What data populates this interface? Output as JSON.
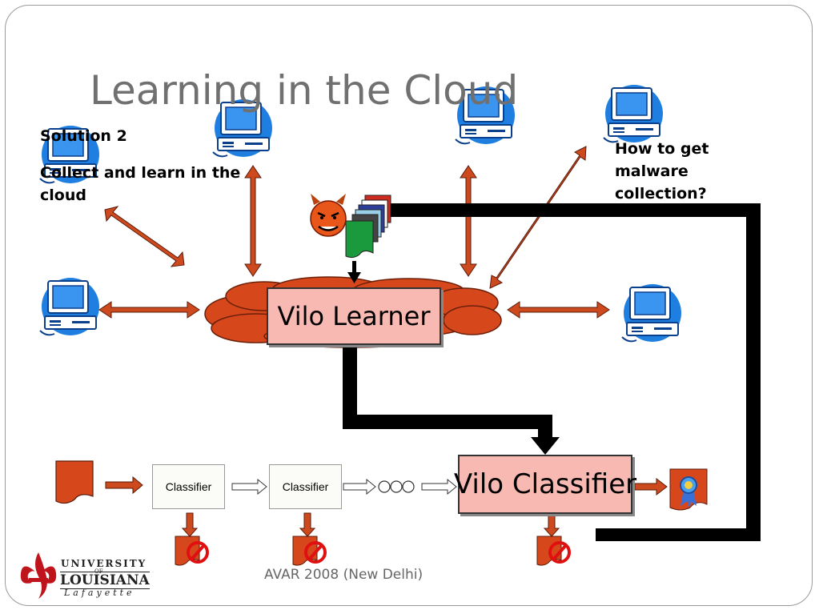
{
  "slide": {
    "title": "Learning in the Cloud",
    "solution": {
      "heading": "Solution 2",
      "text": "Collect  and learn in the cloud"
    },
    "question": "How to get malware collection?",
    "learner_label": "Vilo Learner",
    "classifier_main_label": "Vilo Classifier",
    "classifier_1": "Classifier",
    "classifier_2": "Classifier",
    "footer": "AVAR 2008 (New Delhi)",
    "logo": {
      "line1": "UNIVERSITY",
      "line2": "OF",
      "line3": "LOUISIANA",
      "line4": "Lafayette"
    }
  },
  "colors": {
    "arrow": "#cc4a1e",
    "cloud": "#d6481c",
    "box_fill": "#f9b9b3",
    "computer": "#1f7fe0",
    "title": "#707070"
  },
  "icons": [
    "computer-icon",
    "devil-face-icon",
    "document-stack-icon",
    "document-icon",
    "blocked-icon",
    "award-ribbon-icon",
    "fleur-de-lis-icon"
  ]
}
